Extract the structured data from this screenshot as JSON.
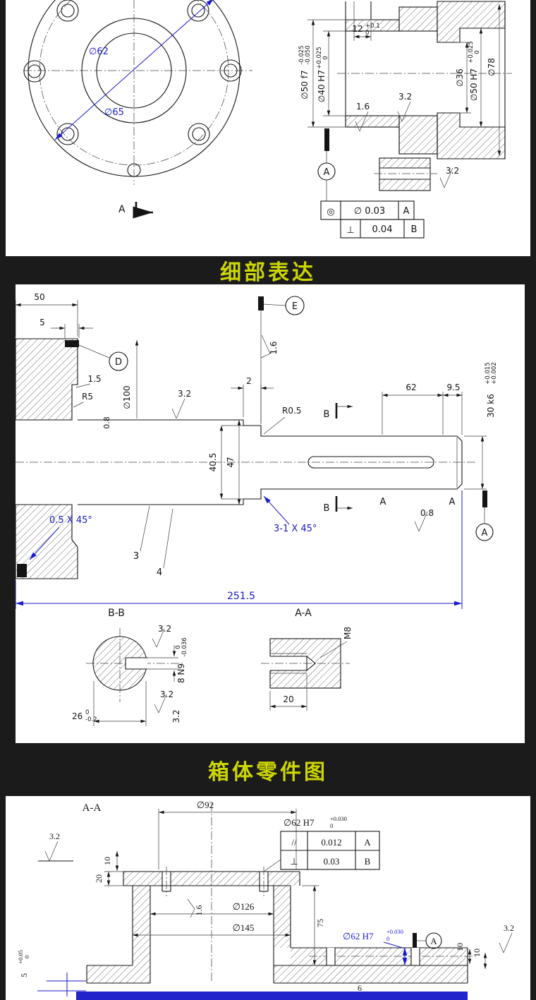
{
  "banner1": "细部表达",
  "banner2": "箱体零件图",
  "p1": {
    "flange": {
      "d62": "∅62",
      "d65": "∅65",
      "sec": "A"
    },
    "bush": {
      "d12": {
        "v": "12",
        "u": "+0.1",
        "l": "0"
      },
      "d50f7": {
        "v": "∅50 f7",
        "u": "-0.025",
        "l": "-0.050"
      },
      "d40h7": {
        "v": "∅40 H7",
        "u": "+0.025",
        "l": "0"
      },
      "d36": "∅36",
      "d50h7": {
        "v": "∅50 H7",
        "u": "+0.025",
        "l": "0"
      },
      "d78": "∅78",
      "f16": "1.6",
      "f32a": "3.2",
      "f32b": "3.2",
      "datumA": "A",
      "fcf1": {
        "sym": "◎",
        "val": "∅ 0.03",
        "ref": "A"
      },
      "fcf2": {
        "sym": "⊥",
        "val": "0.04",
        "ref": "B"
      }
    }
  },
  "p2": {
    "d50": "50",
    "d5": "5",
    "d15": "1.5",
    "r5": "R5",
    "d100": "∅100",
    "f08l": "0.8",
    "f32": "3.2",
    "dD": "D",
    "dE": "E",
    "f16": "1.6",
    "d2": "2",
    "r05": "R0.5",
    "d62": "62",
    "d95": "9.5",
    "d30": {
      "v": "30 k6",
      "u": "+0.015",
      "l": "+0.002"
    },
    "d405": "40.5",
    "d47": "47",
    "secB": "B",
    "ch1": "0.5 X 45°",
    "ch2": "3-1 X 45°",
    "n3": "3",
    "n4": "4",
    "a1": "A",
    "a2": "A",
    "f08": "0.8",
    "datumA": "A",
    "d2515": "251.5",
    "bb": "B-B",
    "bbf1": "3.2",
    "bbf2": "3.2",
    "bbf3": "3.2",
    "d26": {
      "v": "26",
      "u": "0",
      "l": "-0.2"
    },
    "key": {
      "v": "8 N9",
      "u": "0",
      "l": "-0.036"
    },
    "aa": "A-A",
    "m8": "M8",
    "d20": "20"
  },
  "p3": {
    "aa": "A-A",
    "d92": "∅92",
    "f32l": "3.2",
    "hdr": {
      "v": "∅62 H7",
      "u": "+0.030",
      "l": "0"
    },
    "fcf1": {
      "sym": "//",
      "val": "0.012",
      "ref": "A"
    },
    "fcf2": {
      "sym": "⊥",
      "val": "0.03",
      "ref": "B"
    },
    "d10l": "10",
    "d20l": "20",
    "f16": "1.6",
    "d126": "∅126",
    "d145": "∅145",
    "d75": "75",
    "d62": {
      "v": "∅62 H7",
      "u": "+0.030",
      "l": "0"
    },
    "datumA": "A",
    "f32r": "3.2",
    "d10a": "10",
    "d10b": "10",
    "dcut": {
      "v": "5",
      "u": "+0.05",
      "l": "0"
    },
    "d6": "6"
  }
}
